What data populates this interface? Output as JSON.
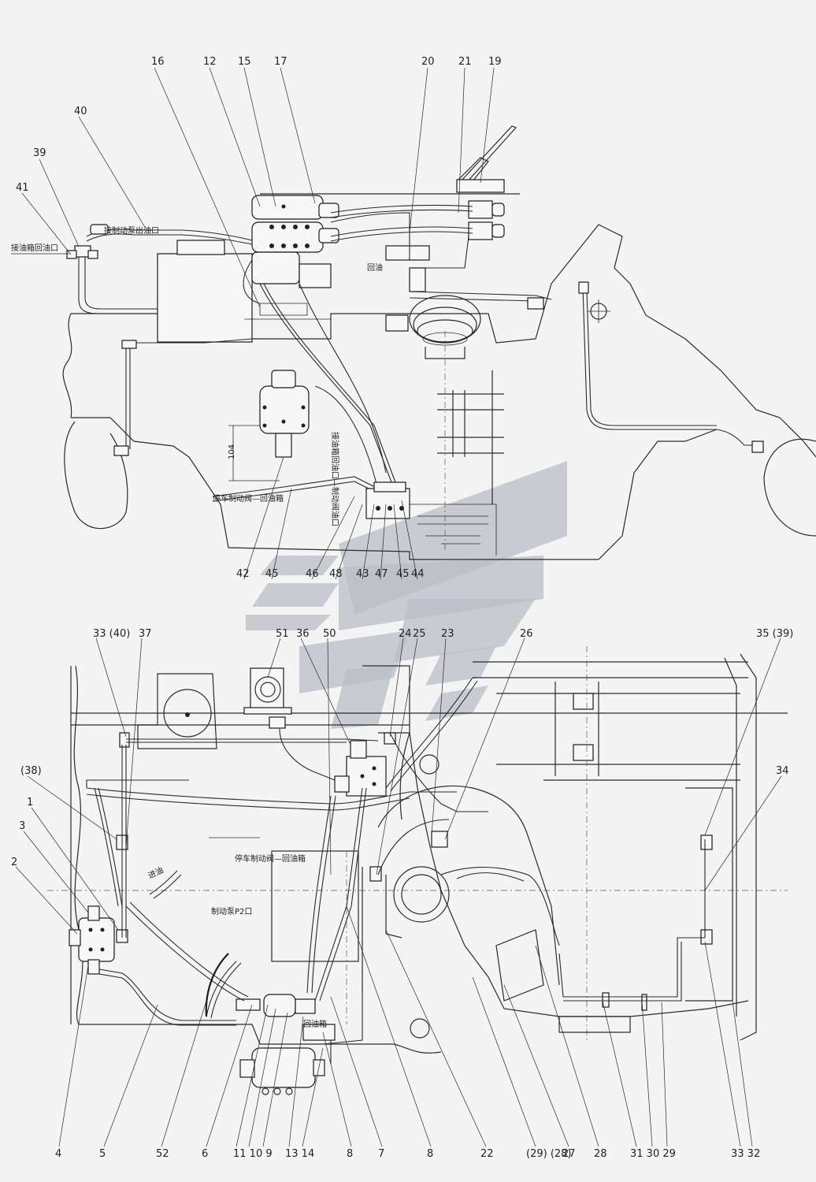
{
  "labels_top": [
    {
      "id": "l16",
      "text": "16"
    },
    {
      "id": "l12",
      "text": "12"
    },
    {
      "id": "l15",
      "text": "15"
    },
    {
      "id": "l17",
      "text": "17"
    },
    {
      "id": "l20",
      "text": "20"
    },
    {
      "id": "l21",
      "text": "21"
    },
    {
      "id": "l19",
      "text": "19"
    },
    {
      "id": "l40",
      "text": "40"
    },
    {
      "id": "l39",
      "text": "39"
    },
    {
      "id": "l41",
      "text": "41"
    }
  ],
  "labels_mid": [
    {
      "id": "l42",
      "text": "42"
    },
    {
      "id": "l45",
      "text": "45"
    },
    {
      "id": "l46",
      "text": "46"
    },
    {
      "id": "l48",
      "text": "48"
    },
    {
      "id": "l43",
      "text": "43"
    },
    {
      "id": "l47",
      "text": "47"
    },
    {
      "id": "l45b",
      "text": "45"
    },
    {
      "id": "l44",
      "text": "44"
    }
  ],
  "labels_lower_top": [
    {
      "id": "l33_40",
      "text": "33 (40)"
    },
    {
      "id": "l37",
      "text": "37"
    },
    {
      "id": "l51",
      "text": "51"
    },
    {
      "id": "l36",
      "text": "36"
    },
    {
      "id": "l50",
      "text": "50"
    },
    {
      "id": "l24",
      "text": "24"
    },
    {
      "id": "l25",
      "text": "25"
    },
    {
      "id": "l23",
      "text": "23"
    },
    {
      "id": "l26",
      "text": "26"
    },
    {
      "id": "l35_39",
      "text": "35 (39)"
    },
    {
      "id": "l34",
      "text": "34"
    },
    {
      "id": "l38p",
      "text": "(38)"
    },
    {
      "id": "l1",
      "text": "1"
    },
    {
      "id": "l3",
      "text": "3"
    },
    {
      "id": "l2",
      "text": "2"
    }
  ],
  "labels_bottom": [
    {
      "id": "b4",
      "text": "4"
    },
    {
      "id": "b5",
      "text": "5"
    },
    {
      "id": "b52",
      "text": "52"
    },
    {
      "id": "b6",
      "text": "6"
    },
    {
      "id": "b11_10_9",
      "text": "11 10 9"
    },
    {
      "id": "b13_14",
      "text": "13 14"
    },
    {
      "id": "b8",
      "text": "8"
    },
    {
      "id": "b7",
      "text": "7"
    },
    {
      "id": "b8b",
      "text": "8"
    },
    {
      "id": "b22",
      "text": "22"
    },
    {
      "id": "b29_28",
      "text": "(29) (28)"
    },
    {
      "id": "b27",
      "text": "27"
    },
    {
      "id": "b28",
      "text": "28"
    },
    {
      "id": "b31_30_29",
      "text": "31 30 29"
    },
    {
      "id": "b33_32",
      "text": "33 32"
    }
  ],
  "notes": {
    "to_tank": "接油箱回油口",
    "to_steer": "接制动泵出油口",
    "return": "回油",
    "dim": "104",
    "vert_note": "接油箱回油口—制动阀油口",
    "park_return": "停车制动阀—回油箱",
    "park_return2": "停车制动阀—回油箱",
    "brake_supply": "制动泵P2口",
    "oil_in": "进油",
    "return2": "回油箱"
  }
}
